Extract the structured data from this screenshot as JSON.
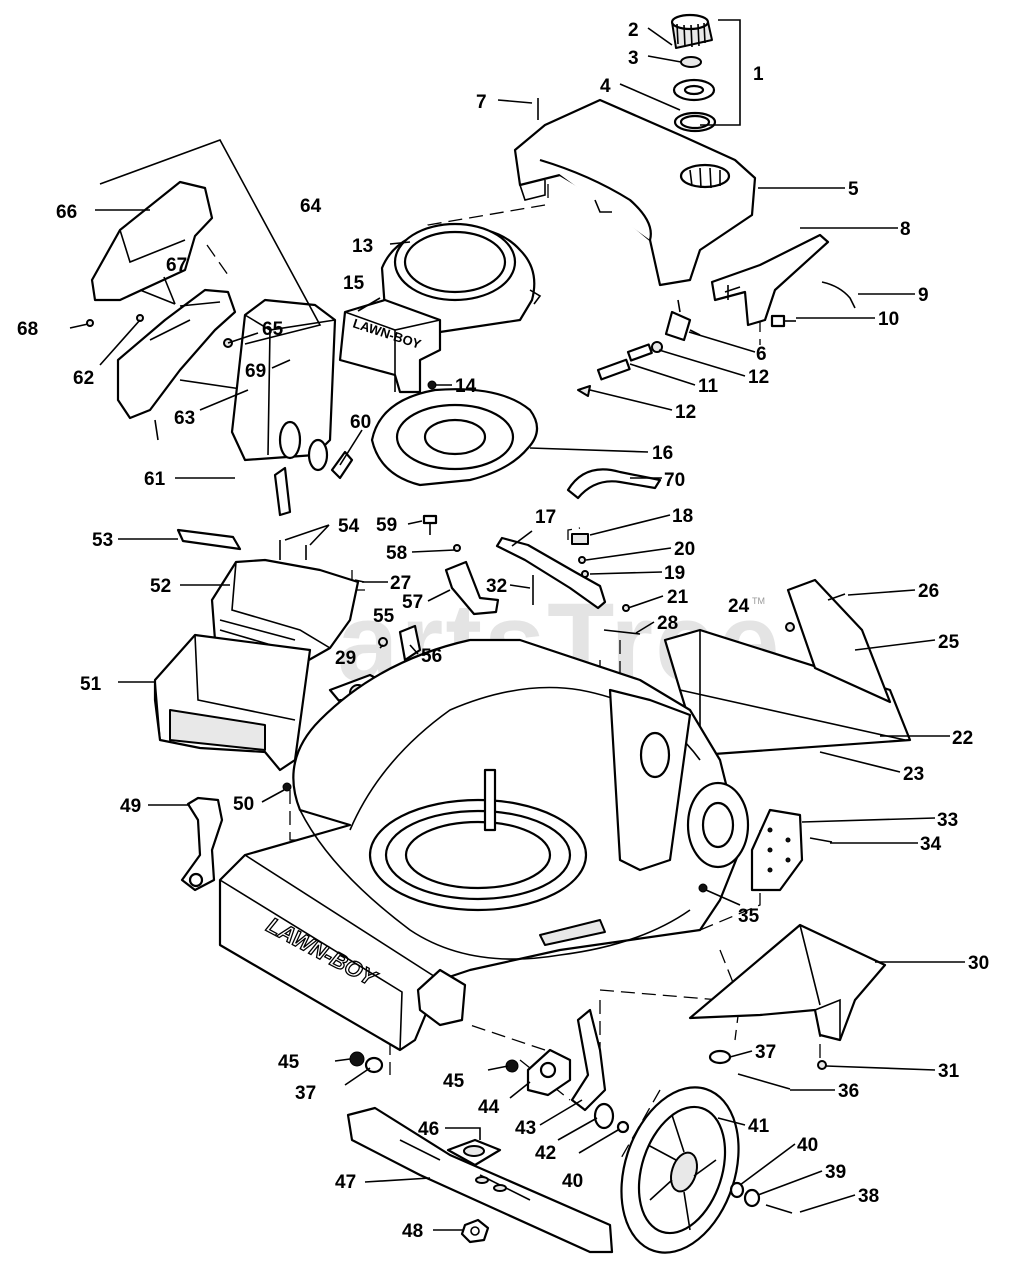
{
  "watermark": {
    "text": "PartsTree",
    "tm": "TM"
  },
  "branding": {
    "deck_logo": "LAWN-BOY",
    "shroud_logo": "LAWN-BOY"
  },
  "labels": [
    {
      "id": 1,
      "text": "1"
    },
    {
      "id": 2,
      "text": "2"
    },
    {
      "id": 3,
      "text": "3"
    },
    {
      "id": 4,
      "text": "4"
    },
    {
      "id": 5,
      "text": "5"
    },
    {
      "id": 6,
      "text": "6"
    },
    {
      "id": 7,
      "text": "7"
    },
    {
      "id": 8,
      "text": "8"
    },
    {
      "id": 9,
      "text": "9"
    },
    {
      "id": 10,
      "text": "10"
    },
    {
      "id": 11,
      "text": "11"
    },
    {
      "id": "12a",
      "text": "12"
    },
    {
      "id": "12b",
      "text": "12"
    },
    {
      "id": 13,
      "text": "13"
    },
    {
      "id": 14,
      "text": "14"
    },
    {
      "id": 15,
      "text": "15"
    },
    {
      "id": 16,
      "text": "16"
    },
    {
      "id": 17,
      "text": "17"
    },
    {
      "id": 18,
      "text": "18"
    },
    {
      "id": 19,
      "text": "19"
    },
    {
      "id": 20,
      "text": "20"
    },
    {
      "id": 21,
      "text": "21"
    },
    {
      "id": 22,
      "text": "22"
    },
    {
      "id": 23,
      "text": "23"
    },
    {
      "id": 24,
      "text": "24"
    },
    {
      "id": 25,
      "text": "25"
    },
    {
      "id": 26,
      "text": "26"
    },
    {
      "id": 27,
      "text": "27"
    },
    {
      "id": 28,
      "text": "28"
    },
    {
      "id": 29,
      "text": "29"
    },
    {
      "id": 30,
      "text": "30"
    },
    {
      "id": 31,
      "text": "31"
    },
    {
      "id": 32,
      "text": "32"
    },
    {
      "id": 33,
      "text": "33"
    },
    {
      "id": 34,
      "text": "34"
    },
    {
      "id": 35,
      "text": "35"
    },
    {
      "id": 36,
      "text": "36"
    },
    {
      "id": "37a",
      "text": "37"
    },
    {
      "id": "37b",
      "text": "37"
    },
    {
      "id": 38,
      "text": "38"
    },
    {
      "id": 39,
      "text": "39"
    },
    {
      "id": "40a",
      "text": "40"
    },
    {
      "id": "40b",
      "text": "40"
    },
    {
      "id": 41,
      "text": "41"
    },
    {
      "id": 42,
      "text": "42"
    },
    {
      "id": 43,
      "text": "43"
    },
    {
      "id": 44,
      "text": "44"
    },
    {
      "id": "45a",
      "text": "45"
    },
    {
      "id": "45b",
      "text": "45"
    },
    {
      "id": 46,
      "text": "46"
    },
    {
      "id": 47,
      "text": "47"
    },
    {
      "id": 48,
      "text": "48"
    },
    {
      "id": 49,
      "text": "49"
    },
    {
      "id": 50,
      "text": "50"
    },
    {
      "id": 51,
      "text": "51"
    },
    {
      "id": 52,
      "text": "52"
    },
    {
      "id": 53,
      "text": "53"
    },
    {
      "id": 54,
      "text": "54"
    },
    {
      "id": 55,
      "text": "55"
    },
    {
      "id": 56,
      "text": "56"
    },
    {
      "id": 57,
      "text": "57"
    },
    {
      "id": 58,
      "text": "58"
    },
    {
      "id": 59,
      "text": "59"
    },
    {
      "id": 60,
      "text": "60"
    },
    {
      "id": 61,
      "text": "61"
    },
    {
      "id": 62,
      "text": "62"
    },
    {
      "id": 63,
      "text": "63"
    },
    {
      "id": 64,
      "text": "64"
    },
    {
      "id": 65,
      "text": "65"
    },
    {
      "id": 66,
      "text": "66"
    },
    {
      "id": 67,
      "text": "67"
    },
    {
      "id": 68,
      "text": "68"
    },
    {
      "id": 69,
      "text": "69"
    },
    {
      "id": 70,
      "text": "70"
    }
  ]
}
